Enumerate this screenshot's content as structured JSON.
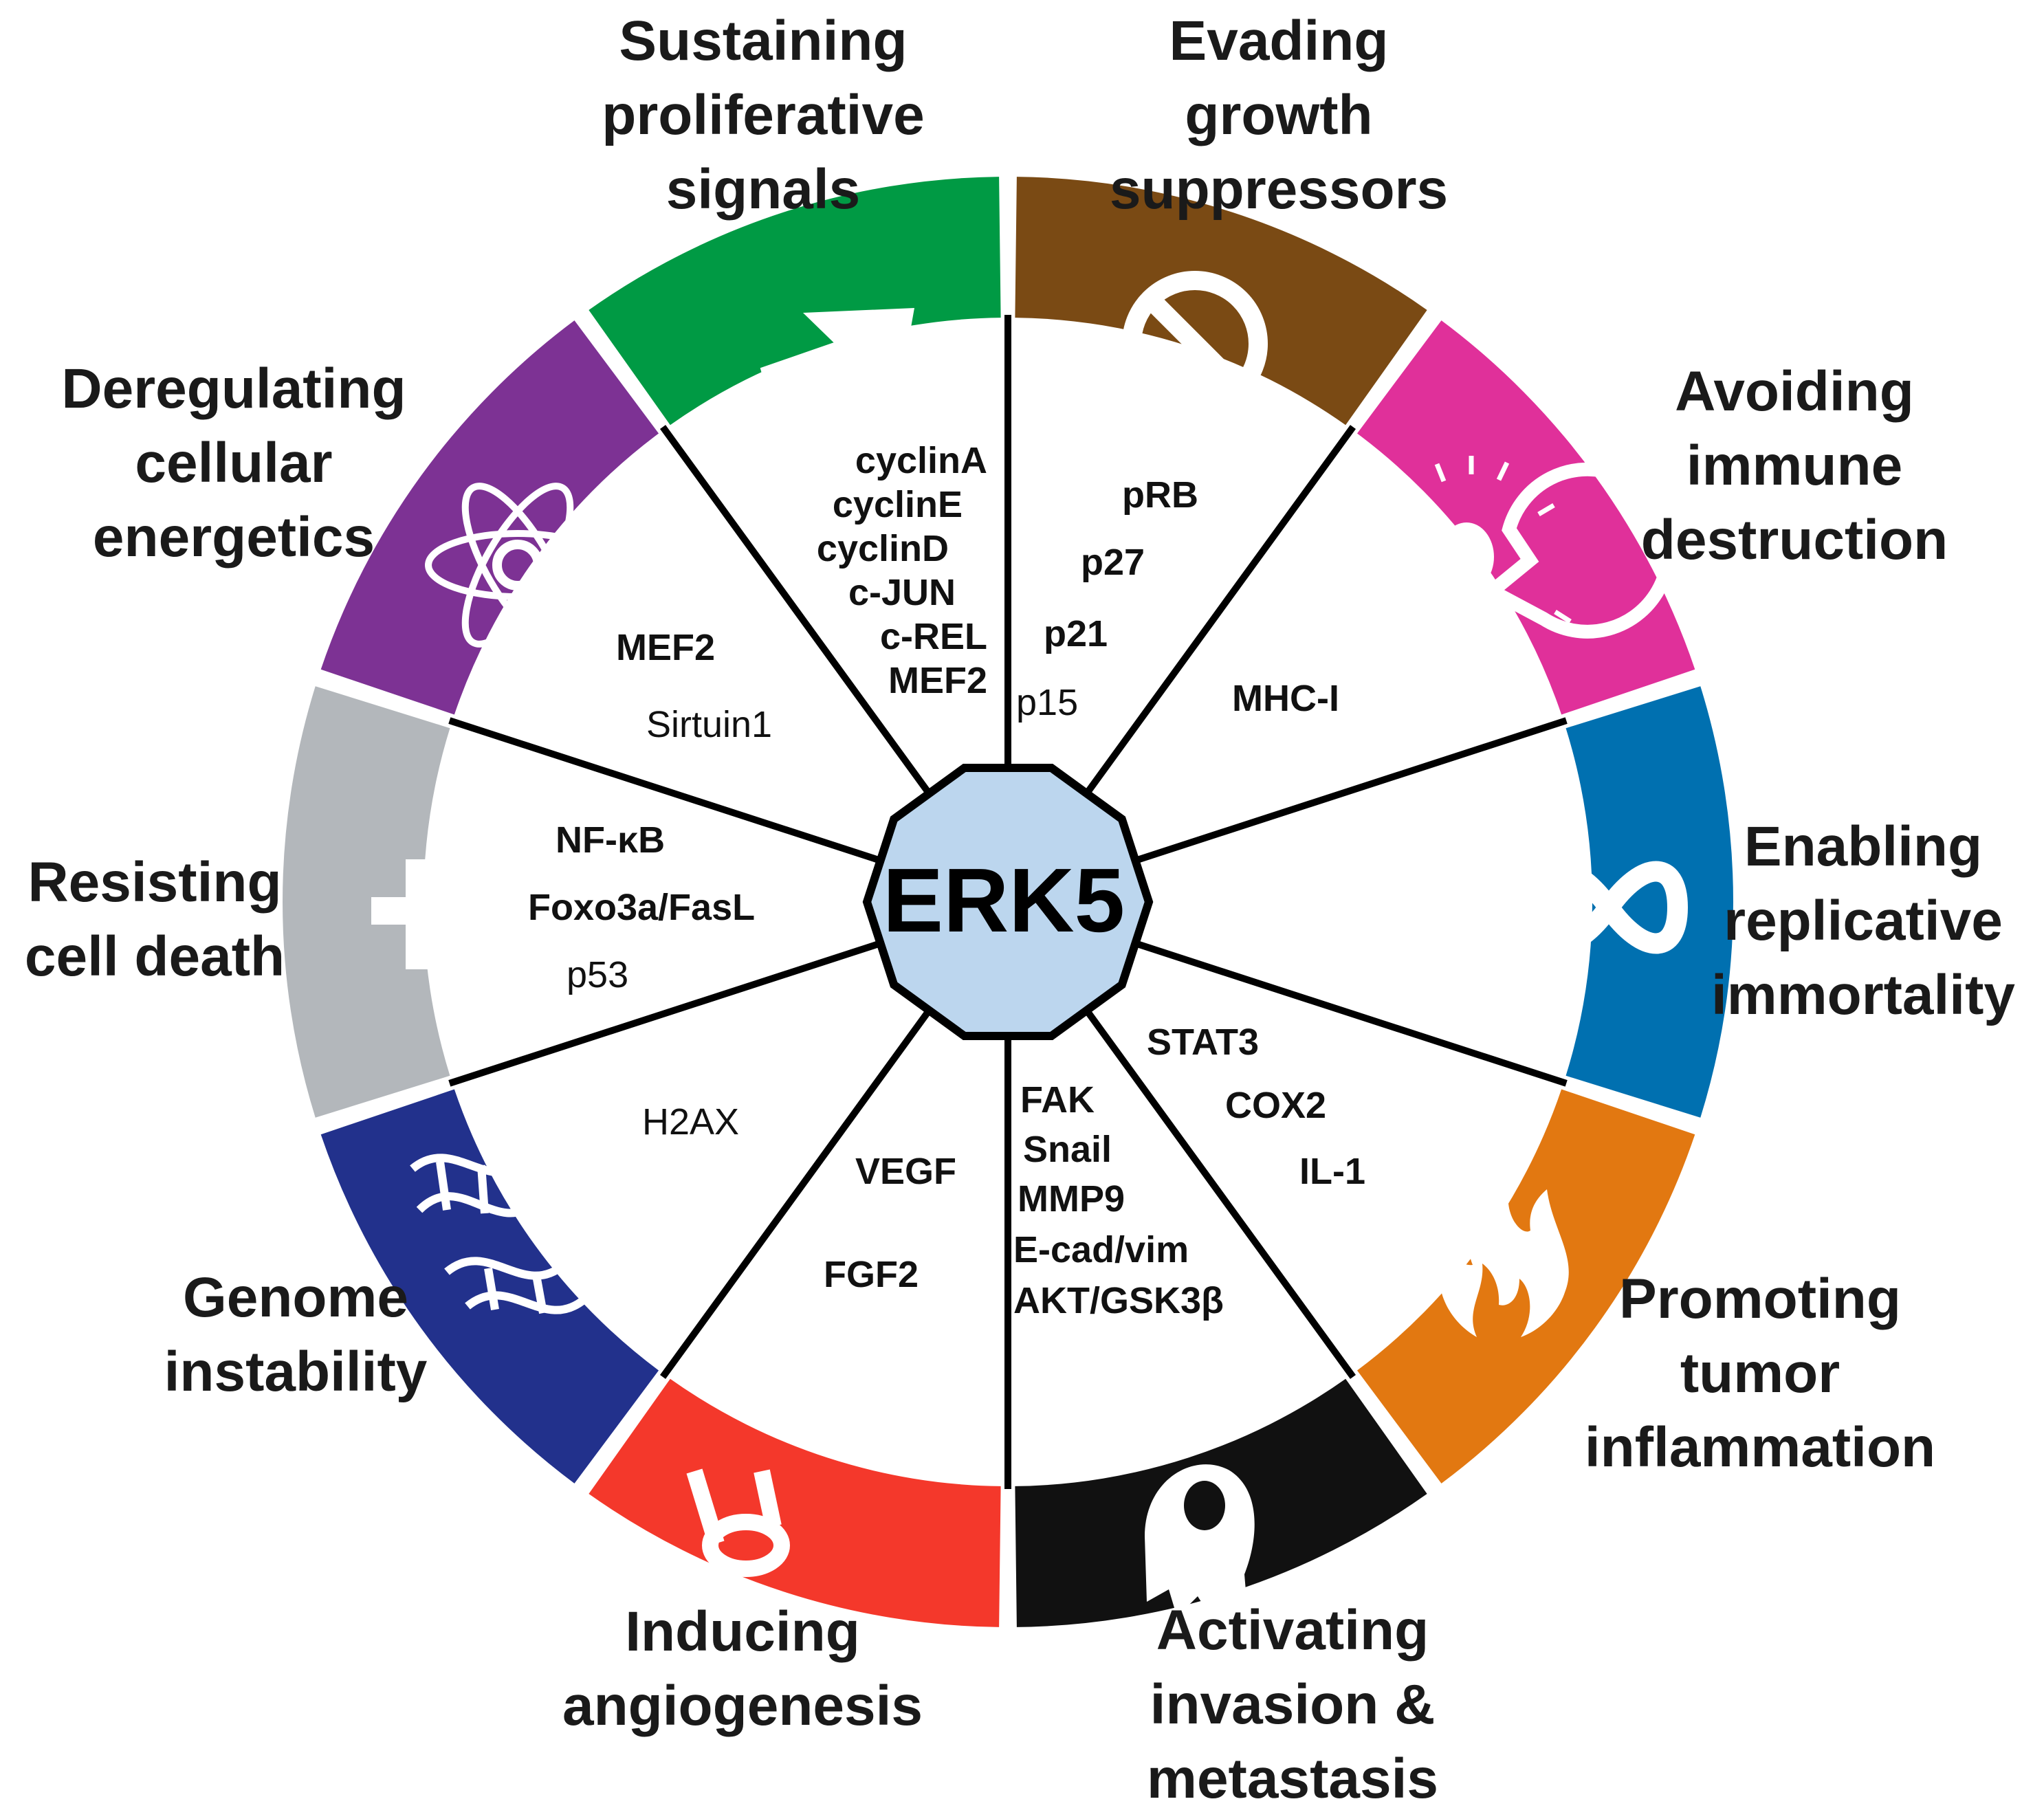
{
  "center": "ERK5",
  "hallmarks": [
    {
      "id": "sustaining",
      "lines": [
        "Sustaining",
        "proliferative",
        "signals"
      ],
      "color": "#009a44",
      "icon": "arrow-icon",
      "molecules": [
        {
          "t": "cyclinA",
          "b": true
        },
        {
          "t": "cyclinE",
          "b": true
        },
        {
          "t": "cyclinD",
          "b": true
        },
        {
          "t": "c-JUN",
          "b": true
        },
        {
          "t": "c-REL",
          "b": true
        },
        {
          "t": "MEF2",
          "b": true
        }
      ]
    },
    {
      "id": "evading",
      "lines": [
        "Evading",
        "growth",
        "suppressors"
      ],
      "color": "#7a4a14",
      "icon": "prohibition-icon",
      "molecules": [
        {
          "t": "pRB",
          "b": true
        },
        {
          "t": "p27",
          "b": true
        },
        {
          "t": "p21",
          "b": true
        },
        {
          "t": "p15",
          "b": false
        }
      ]
    },
    {
      "id": "immune",
      "lines": [
        "Avoiding",
        "immune",
        "destruction"
      ],
      "color": "#e0309a",
      "icon": "immune-cell-icon",
      "molecules": [
        {
          "t": "MHC-I",
          "b": true
        }
      ]
    },
    {
      "id": "immortality",
      "lines": [
        "Enabling",
        "replicative",
        "immortality"
      ],
      "color": "#0070b0",
      "icon": "infinity-icon",
      "molecules": []
    },
    {
      "id": "inflammation",
      "lines": [
        "Promoting",
        "tumor",
        "inflammation"
      ],
      "color": "#e27811",
      "icon": "flame-icon",
      "molecules": [
        {
          "t": "STAT3",
          "b": true
        },
        {
          "t": "COX2",
          "b": true
        },
        {
          "t": "IL-1",
          "b": true
        }
      ]
    },
    {
      "id": "invasion",
      "lines": [
        "Activating",
        "invasion &",
        "metastasis"
      ],
      "color": "#111111",
      "icon": "cell-migration-icon",
      "molecules": [
        {
          "t": "FAK",
          "b": true
        },
        {
          "t": "Snail",
          "b": true
        },
        {
          "t": "MMP9",
          "b": true
        },
        {
          "t": "E-cad/vim",
          "b": true
        },
        {
          "t": "AKT/GSK3β",
          "b": true
        }
      ]
    },
    {
      "id": "angiogenesis",
      "lines": [
        "Inducing",
        "angiogenesis"
      ],
      "color": "#f4382b",
      "icon": "vessel-icon",
      "molecules": [
        {
          "t": "VEGF",
          "b": true
        },
        {
          "t": "FGF2",
          "b": true
        }
      ]
    },
    {
      "id": "genome",
      "lines": [
        "Genome",
        "instability"
      ],
      "color": "#22318c",
      "icon": "dna-icon",
      "molecules": [
        {
          "t": "H2AX",
          "b": false
        }
      ]
    },
    {
      "id": "death",
      "lines": [
        "Resisting",
        "cell death"
      ],
      "color": "#b3b7bb",
      "icon": "cross-icon",
      "molecules": [
        {
          "t": "NF-κB",
          "b": true
        },
        {
          "t": "Foxo3a/FasL",
          "b": true
        },
        {
          "t": "p53",
          "b": false
        }
      ]
    },
    {
      "id": "energetics",
      "lines": [
        "Deregulating",
        "cellular",
        "energetics"
      ],
      "color": "#7d3294",
      "icon": "atom-icon",
      "molecules": [
        {
          "t": "MEF2",
          "b": true
        },
        {
          "t": "Sirtuin1",
          "b": false
        }
      ]
    }
  ],
  "colors": {
    "hub_fill": "#bcd6ee",
    "outline": "#000000",
    "gap": "#ffffff"
  }
}
